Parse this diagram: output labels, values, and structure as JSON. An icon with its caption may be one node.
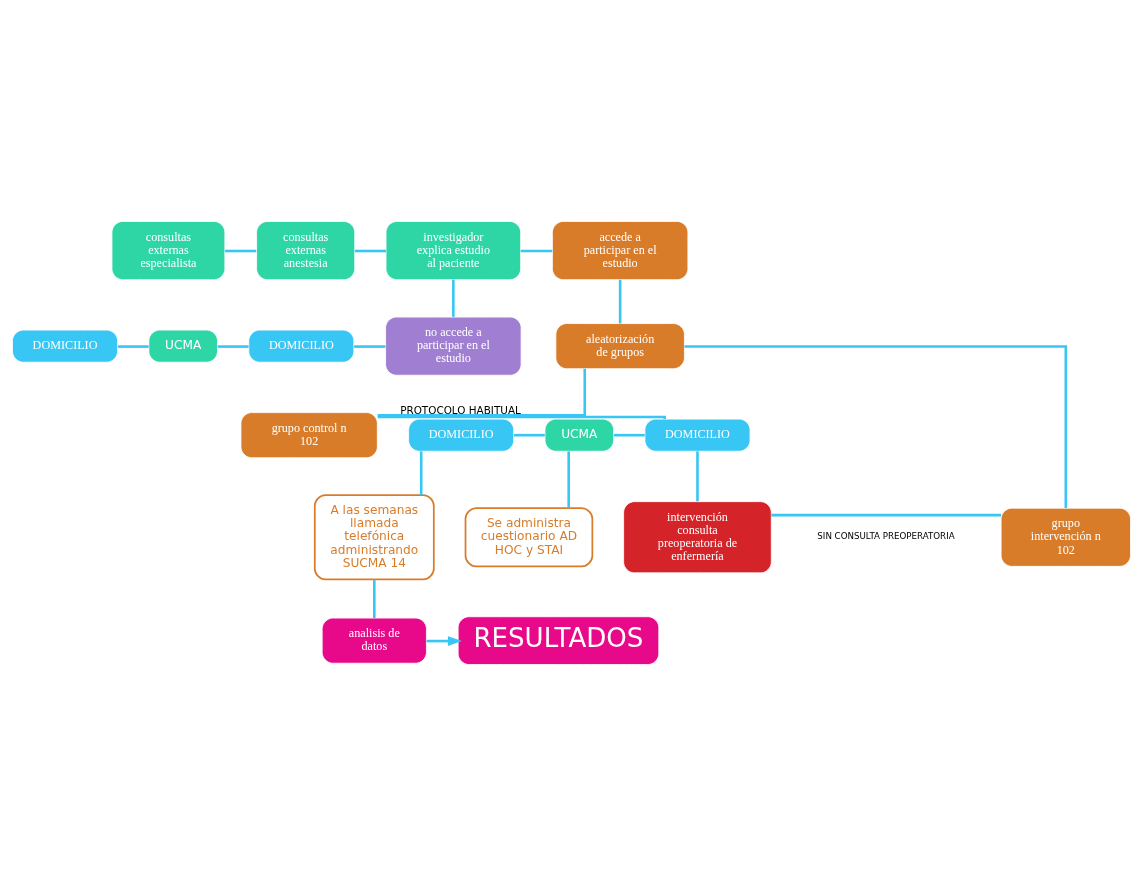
{
  "diagram": {
    "nodes": [
      {
        "text": [
          "consultas externas especialista"
        ]
      },
      {
        "text": [
          "consultas externas anestesia"
        ]
      },
      {
        "text": [
          "investigador explica estudio al paciente"
        ]
      },
      {
        "text": [
          "accede a participar en el estudio"
        ]
      },
      {
        "text": [
          "DOMICILIO"
        ]
      },
      {
        "text": [
          "UCMA"
        ]
      },
      {
        "text": [
          "DOMICILIO"
        ]
      },
      {
        "text": [
          "no accede a participar en el estudio"
        ]
      },
      {
        "text": [
          "aleatorización de grupos"
        ]
      },
      {
        "text": [
          "DOMICILIO"
        ]
      },
      {
        "text": [
          "UCMA"
        ]
      },
      {
        "text": [
          "DOMICILIO"
        ]
      },
      {
        "text": [
          "grupo control n 102"
        ]
      },
      {
        "text": [
          "A las semanas llamada telefónica administrando SUCMA 14"
        ]
      },
      {
        "text": [
          "Se administra cuestionario AD HOC y STAI"
        ]
      },
      {
        "text": [
          "intervención consulta preoperatoria de enfermería"
        ]
      },
      {
        "text": [
          "grupo intervención n 102"
        ]
      },
      {
        "text": [
          "analisis de datos"
        ]
      },
      {
        "text": [
          "RESULTADOS"
        ]
      }
    ],
    "edges": [
      {
        "from": 0,
        "to": 1,
        "arrow": "none"
      },
      {
        "from": 1,
        "to": 2,
        "arrow": "none"
      },
      {
        "from": 2,
        "to": 3,
        "arrow": "none"
      },
      {
        "from": 2,
        "to": 7,
        "arrow": "none"
      },
      {
        "from": 3,
        "to": 8,
        "arrow": "none"
      },
      {
        "from": 4,
        "to": 5,
        "arrow": "none"
      },
      {
        "from": 5,
        "to": 6,
        "arrow": "none"
      },
      {
        "from": 6,
        "to": 7,
        "arrow": "none"
      },
      {
        "from": 8,
        "to": 12,
        "arrow": "none"
      },
      {
        "from": 8,
        "to": 16,
        "arrow": "none"
      },
      {
        "from": 9,
        "to": 10,
        "arrow": "none"
      },
      {
        "from": 10,
        "to": 11,
        "arrow": "none"
      },
      {
        "from": 11,
        "to": 12,
        "arrow": "none",
        "label": "PROTOCOLO HABITUAL"
      },
      {
        "from": 9,
        "to": 13,
        "arrow": "none"
      },
      {
        "from": 10,
        "to": 14,
        "arrow": "none"
      },
      {
        "from": 11,
        "to": 15,
        "arrow": "none"
      },
      {
        "from": 15,
        "to": 16,
        "arrow": "none"
      },
      {
        "from": 13,
        "to": 17,
        "arrow": "none"
      },
      {
        "from": 17,
        "to": 18,
        "arrow": "to"
      }
    ],
    "labels": [
      "SIN CONSULTA PREOPERATORIA"
    ]
  }
}
